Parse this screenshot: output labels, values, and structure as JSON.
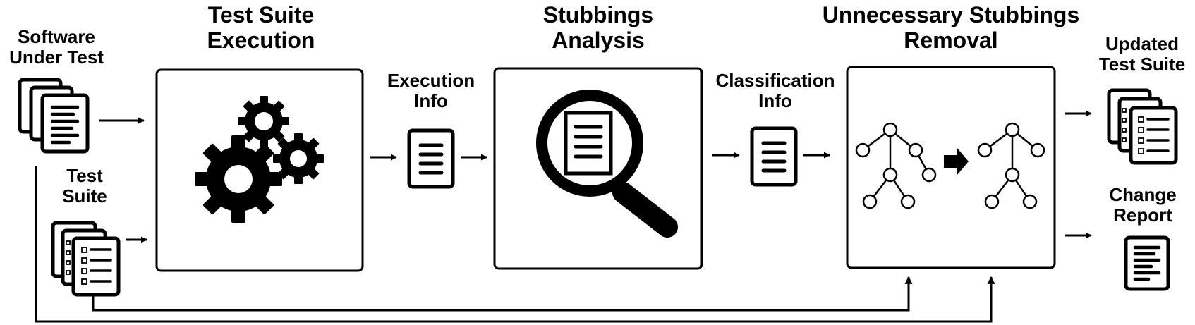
{
  "labels": {
    "software_under_test": "Software\nUnder Test",
    "test_suite": "Test\nSuite",
    "test_suite_execution": "Test Suite\nExecution",
    "execution_info": "Execution\nInfo",
    "stubbings_analysis": "Stubbings\nAnalysis",
    "classification_info": "Classification\nInfo",
    "unnecessary_stubbings_removal": "Unnecessary Stubbings\nRemoval",
    "updated_test_suite": "Updated\nTest Suite",
    "change_report": "Change\nReport"
  },
  "icons": {
    "software_under_test": "document-stack-icon",
    "test_suite": "checklist-stack-icon",
    "execution": "gears-icon",
    "execution_info": "document-icon",
    "analysis": "magnifier-icon",
    "classification_info": "document-icon",
    "removal": "tree-transform-icon",
    "updated_test_suite": "checklist-stack-icon",
    "change_report": "report-icon"
  },
  "colors": {
    "ink": "#000000",
    "paper": "#ffffff"
  }
}
